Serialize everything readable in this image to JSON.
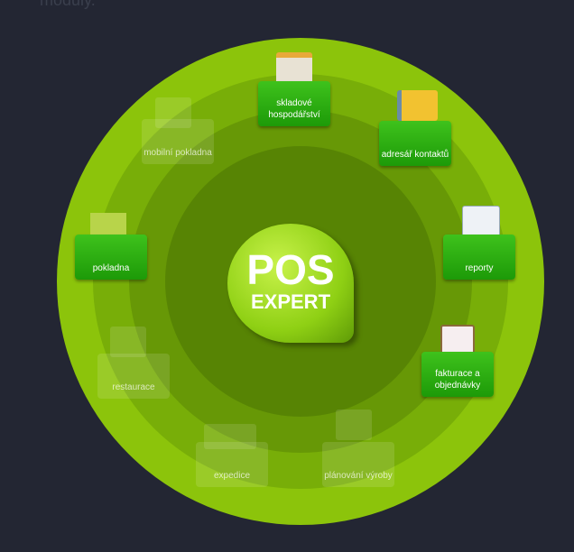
{
  "top_text": "moduly.",
  "logo": {
    "line1": "POS",
    "line2": "EXPERT"
  },
  "modules": [
    {
      "label": "skladové hospodářství",
      "active": true
    },
    {
      "label": "adresář kontaktů",
      "active": true
    },
    {
      "label": "reporty",
      "active": true
    },
    {
      "label": "fakturace a objednávky",
      "active": true
    },
    {
      "label": "pokladna",
      "active": true
    },
    {
      "label": "mobilní pokladna",
      "active": false
    },
    {
      "label": "restaurace",
      "active": false
    },
    {
      "label": "expedice",
      "active": false
    },
    {
      "label": "plánování výroby",
      "active": false
    }
  ]
}
